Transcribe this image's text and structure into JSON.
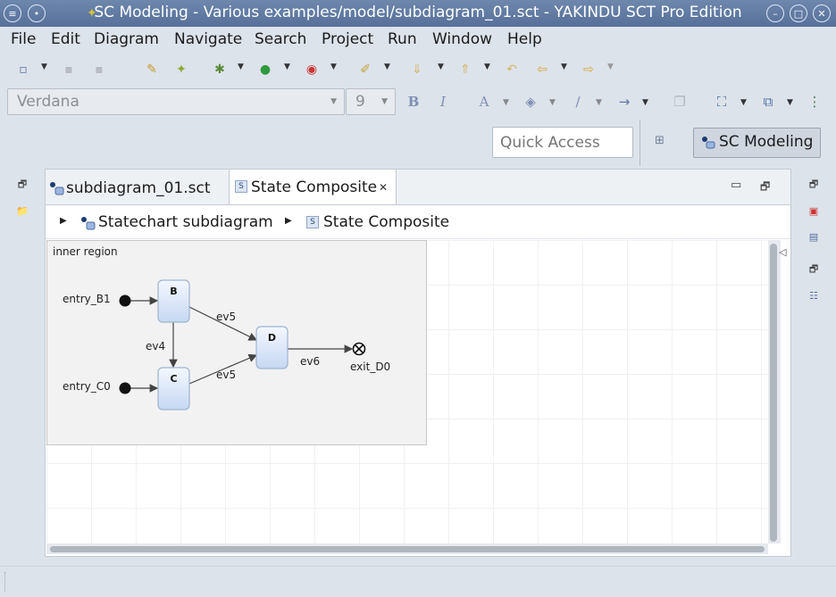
{
  "window": {
    "title": "SC Modeling - Various examples/model/subdiagram_01.sct - YAKINDU SCT Pro Edition"
  },
  "menu": [
    "File",
    "Edit",
    "Diagram",
    "Navigate",
    "Search",
    "Project",
    "Run",
    "Window",
    "Help"
  ],
  "format_toolbar": {
    "font_value": "Verdana",
    "size_value": "9",
    "bold_label": "B",
    "italic_label": "I",
    "font_color_label": "A",
    "arrow_label": "→"
  },
  "quick_access": {
    "placeholder": "Quick Access"
  },
  "perspective": {
    "label": "SC Modeling"
  },
  "tabs": [
    {
      "label": "subdiagram_01.sct",
      "active": false,
      "icon": "statechart-icon"
    },
    {
      "label": "State Composite",
      "active": true,
      "icon": "state-s-icon",
      "badge": "S",
      "close": "✕"
    }
  ],
  "breadcrumb": [
    {
      "label": "Statechart subdiagram",
      "icon": "statechart-icon"
    },
    {
      "label": "State Composite",
      "icon": "state-s-icon",
      "badge": "S"
    }
  ],
  "diagram": {
    "region_label": "inner region",
    "states": [
      {
        "name": "B"
      },
      {
        "name": "C"
      },
      {
        "name": "D"
      }
    ],
    "entries": [
      "entry_B1",
      "entry_C0"
    ],
    "exits": [
      "exit_D0"
    ],
    "transitions": [
      {
        "from": "entry_B1",
        "to": "B",
        "label": ""
      },
      {
        "from": "entry_C0",
        "to": "C",
        "label": ""
      },
      {
        "from": "B",
        "to": "C",
        "label": "ev4"
      },
      {
        "from": "B",
        "to": "D",
        "label": "ev5"
      },
      {
        "from": "C",
        "to": "D",
        "label": "ev5"
      },
      {
        "from": "D",
        "to": "exit_D0",
        "label": "ev6"
      }
    ]
  },
  "colors": {
    "titlebar": "#5f7aa3",
    "state_fill_top": "#f4f8ff",
    "state_fill_bottom": "#c6d8f2",
    "state_border": "#9fb4d2"
  }
}
